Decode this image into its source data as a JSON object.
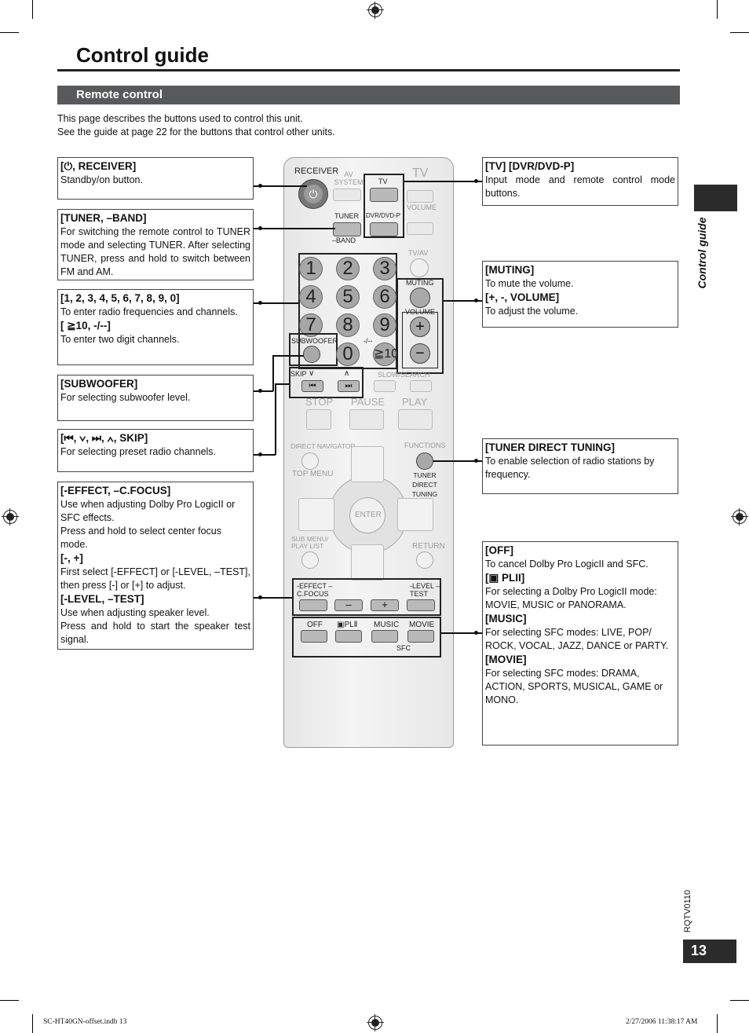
{
  "page": {
    "title": "Control guide",
    "section": "Remote control",
    "intro_line1": "This page describes the buttons used to control this unit.",
    "intro_line2": "See the guide at page 22 for the buttons that control other units.",
    "side_label": "Control guide",
    "doc_code": "RQTV0110",
    "page_number": "13",
    "footer_left": "SC-HT40GN-offset.indb   13",
    "footer_right": "2/27/2006   11:38:17 AM"
  },
  "boxes": {
    "receiver": {
      "heading": "[⏻, RECEIVER]",
      "text": "Standby/on button."
    },
    "tuner": {
      "heading": "[TUNER, –BAND]",
      "text": "For switching the remote control to TUNER mode and selecting TUNER. After selecting TUNER, press and hold to switch between FM and AM."
    },
    "numbers": {
      "heading": "[1, 2, 3, 4, 5, 6, 7, 8, 9, 0]",
      "text": "To enter radio frequencies and channels.",
      "heading2": "[ ≧10, -/--]",
      "text2": "To enter two digit channels."
    },
    "subwoofer": {
      "heading": "[SUBWOOFER]",
      "text": "For selecting subwoofer level."
    },
    "skip": {
      "heading": "[⏮, ∨, ⏭, ∧, SKIP]",
      "text": "For selecting preset radio channels."
    },
    "effect": {
      "heading": "[-EFFECT, –C.FOCUS]",
      "text": "Use when adjusting Dolby Pro LogicII or SFC effects.",
      "text_b": "Press and hold to select center focus mode.",
      "heading2": "[-, +]",
      "text2": "First select [-EFFECT] or [-LEVEL, –TEST], then press [-] or [+] to adjust.",
      "heading3": "[-LEVEL, –TEST]",
      "text3": "Use when adjusting speaker level.",
      "text3_b": "Press and hold to start the speaker test signal."
    },
    "tv": {
      "heading": "[TV] [DVR/DVD-P]",
      "text": "Input mode and remote control mode buttons."
    },
    "muting": {
      "heading": "[MUTING]",
      "text": "To mute the volume.",
      "heading2": "[+, -, VOLUME]",
      "text2": "To adjust the volume."
    },
    "direct": {
      "heading": "[TUNER DIRECT TUNING]",
      "text": "To enable selection of radio stations by frequency."
    },
    "off": {
      "heading": "[OFF]",
      "text": "To cancel Dolby Pro LogicII and SFC.",
      "heading2": "[▣ PLII]",
      "text2": "For selecting a Dolby Pro LogicII mode: MOVIE, MUSIC or PANORAMA.",
      "heading3": "[MUSIC]",
      "text3": "For selecting SFC modes: LIVE, POP/ ROCK, VOCAL, JAZZ, DANCE or PARTY.",
      "heading4": "[MOVIE]",
      "text4": "For selecting SFC modes: DRAMA, ACTION, SPORTS, MUSICAL, GAME or MONO."
    }
  },
  "remote": {
    "receiver": "RECEIVER",
    "av_system": "AV SYSTEM",
    "tv": "TV",
    "tv_big": "TV",
    "tuner": "TUNER",
    "dvr": "DVR/DVD-P",
    "band": "–BAND",
    "volume_top": "VOLUME",
    "tvav": "TV/AV",
    "digits": [
      "1",
      "2",
      "3",
      "4",
      "5",
      "6",
      "7",
      "8",
      "9",
      "0"
    ],
    "muting": "MUTING",
    "volume": "VOLUME",
    "subwoofer": "SUBWOOFER",
    "dash": "-/--",
    "ten": "≧10",
    "skip": "SKIP",
    "slow": "SLOW/SEARCH",
    "stop": "STOP",
    "pause": "PAUSE",
    "play": "PLAY",
    "direct_navigator": "DIRECT NAVIGATOR",
    "functions": "FUNCTIONS",
    "top_menu": "TOP MENU",
    "tuner_direct": "TUNER DIRECT TUNING",
    "enter": "ENTER",
    "sub_menu": "SUB MENU/ PLAY LIST",
    "return": "RETURN",
    "effect": "-EFFECT –C.FOCUS",
    "level": "-LEVEL –TEST",
    "minus": "–",
    "plus": "+",
    "off": "OFF",
    "pl": "▣PLⅡ",
    "music": "MUSIC",
    "movie": "MOVIE",
    "sfc": "SFC"
  }
}
